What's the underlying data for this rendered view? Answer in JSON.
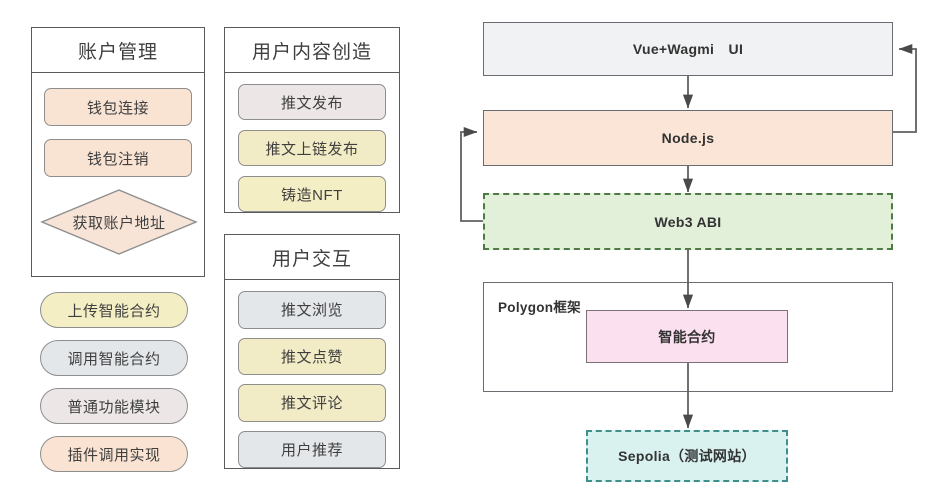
{
  "colors": {
    "peach_fill": "#f9e3d3",
    "peach_fill_light": "#fae7d9",
    "yellow_fill": "#f4eec4",
    "yellow_fill_soft": "#f2ecc6",
    "gray_fill": "#e4e7ea",
    "gray_fill_warm": "#ece7e6",
    "box_border": "#8e8e8e",
    "card_border": "#5a5a5a",
    "flow_border": "#6b6b72",
    "ui_fill": "#f1f2f3",
    "node_fill": "#fbe5d6",
    "abi_fill": "#e3f0d9",
    "abi_border": "#4e7a46",
    "contract_fill": "#fbe0ef",
    "contract_border": "#7d6f78",
    "sepolia_fill": "#d9f2f0",
    "sepolia_border": "#3f8f8c",
    "wire": "#60605f"
  },
  "left_panel": {
    "cards": [
      {
        "id": "account-management",
        "title": "账户管理",
        "items": [
          {
            "label": "钱包连接",
            "fill": "#f9e3d3",
            "shape": "rect"
          },
          {
            "label": "钱包注销",
            "fill": "#f9e3d3",
            "shape": "rect"
          }
        ],
        "diamond": {
          "label": "获取账户地址",
          "fill": "#f7e4d6"
        }
      },
      {
        "id": "user-content-creation",
        "title": "用户内容创造",
        "items": [
          {
            "label": "推文发布",
            "fill": "#ece7e6",
            "shape": "rect"
          },
          {
            "label": "推文上链发布",
            "fill": "#f2ecc6",
            "shape": "rect"
          },
          {
            "label": "铸造NFT",
            "fill": "#f4eec4",
            "shape": "rect"
          }
        ]
      },
      {
        "id": "user-interaction",
        "title": "用户交互",
        "items": [
          {
            "label": "推文浏览",
            "fill": "#e4e7ea",
            "shape": "rect"
          },
          {
            "label": "推文点赞",
            "fill": "#f2ecc6",
            "shape": "rect"
          },
          {
            "label": "推文评论",
            "fill": "#f2ecc6",
            "shape": "rect"
          },
          {
            "label": "用户推荐",
            "fill": "#e4e7ea",
            "shape": "rect"
          }
        ]
      }
    ],
    "pills": [
      {
        "label": "上传智能合约",
        "fill": "#f4eec4"
      },
      {
        "label": "调用智能合约",
        "fill": "#e4e7ea"
      },
      {
        "label": "普通功能模块",
        "fill": "#ece7e6"
      },
      {
        "label": "插件调用实现",
        "fill": "#fae3d2"
      }
    ]
  },
  "flow": {
    "nodes": [
      {
        "id": "ui",
        "label": "Vue+Wagmi　UI",
        "fill": "#f1f2f3",
        "style": "solid"
      },
      {
        "id": "node",
        "label": "Node.js",
        "fill": "#fbe5d6",
        "style": "solid"
      },
      {
        "id": "abi",
        "label": "Web3 ABI",
        "fill": "#e3f0d9",
        "style": "dashed-green"
      },
      {
        "id": "contract",
        "label": "智能合约",
        "fill": "#fbe0ef",
        "style": "solid"
      },
      {
        "id": "sepolia",
        "label": "Sepolia（测试网站）",
        "fill": "#d9f2f0",
        "style": "dashed-teal"
      }
    ],
    "container": {
      "id": "polygon-framework",
      "label": "Polygon框架"
    },
    "edges": [
      {
        "from": "ui",
        "to": "node",
        "kind": "straight-down"
      },
      {
        "from": "node",
        "to": "abi",
        "kind": "straight-down"
      },
      {
        "from": "abi",
        "to": "node",
        "kind": "loop-left"
      },
      {
        "from": "node",
        "to": "ui",
        "kind": "loop-right"
      },
      {
        "from": "abi",
        "to": "contract",
        "kind": "straight-down"
      },
      {
        "from": "contract",
        "to": "sepolia",
        "kind": "straight-down"
      }
    ]
  }
}
